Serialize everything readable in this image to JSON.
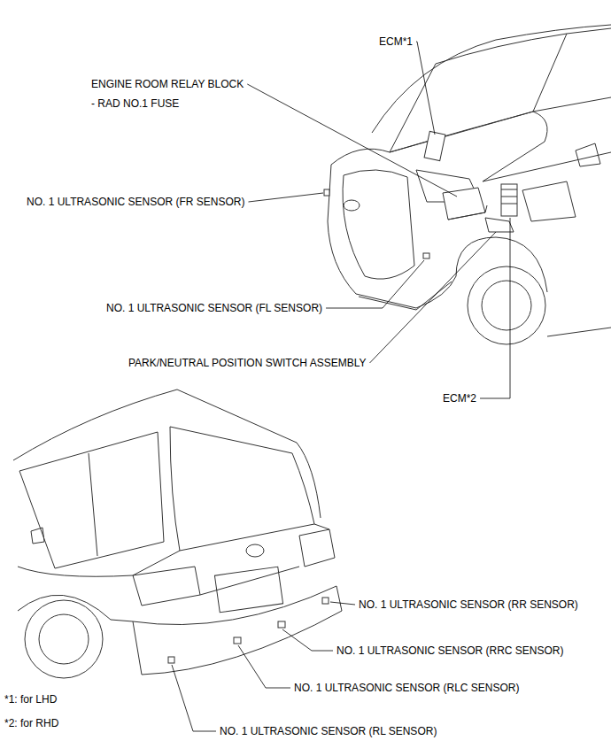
{
  "diagram": {
    "labels": [
      "ECM*1",
      "ENGINE ROOM RELAY BLOCK",
      "- RAD NO.1 FUSE",
      "NO. 1 ULTRASONIC SENSOR (FR SENSOR)",
      "NO. 1 ULTRASONIC SENSOR (FL SENSOR)",
      "PARK/NEUTRAL POSITION SWITCH ASSEMBLY",
      "ECM*2",
      "NO. 1 ULTRASONIC SENSOR (RR SENSOR)",
      "NO. 1 ULTRASONIC SENSOR (RRC SENSOR)",
      "NO. 1 ULTRASONIC SENSOR (RLC SENSOR)",
      "*1: for LHD",
      "*2: for RHD",
      "NO. 1 ULTRASONIC SENSOR (RL SENSOR)"
    ]
  }
}
